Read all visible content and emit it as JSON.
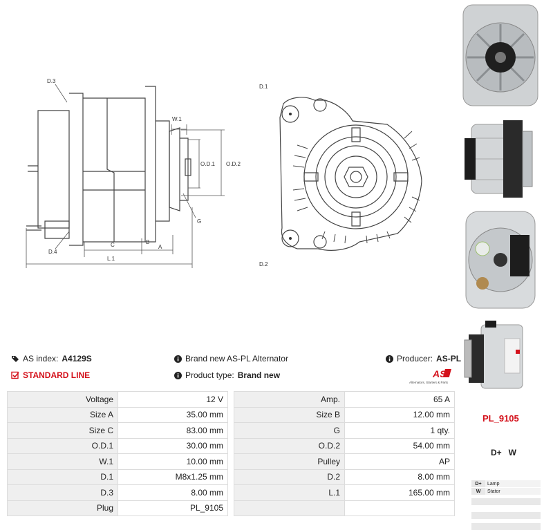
{
  "drawing": {
    "labels": {
      "d3": "D.3",
      "d4": "D.4",
      "w1": "W.1",
      "od1": "O.D.1",
      "od2": "O.D.2",
      "g": "G",
      "c": "C",
      "b": "B",
      "a": "A",
      "l1": "L.1",
      "d1": "D.1",
      "d2": "D.2"
    }
  },
  "photos": [
    "alternator-front-view",
    "alternator-side-view",
    "alternator-rear-view",
    "alternator-side-label-view"
  ],
  "info": {
    "as_index_label": "AS index:",
    "as_index_value": "A4129S",
    "standard_line": "STANDARD LINE",
    "description": "Brand new AS-PL Alternator",
    "product_type_label": "Product type:",
    "product_type_value": "Brand new",
    "producer_label": "Producer:",
    "producer_value": "AS-PL",
    "logo_text": "AS",
    "logo_tagline": "Alternators, Starters & Parts"
  },
  "specs": [
    [
      "Voltage",
      "12 V",
      "Amp.",
      "65 A"
    ],
    [
      "Size A",
      "35.00 mm",
      "Size B",
      "12.00 mm"
    ],
    [
      "Size C",
      "83.00 mm",
      "G",
      "1 qty."
    ],
    [
      "O.D.1",
      "30.00 mm",
      "O.D.2",
      "54.00 mm"
    ],
    [
      "W.1",
      "10.00 mm",
      "Pulley",
      "AP"
    ],
    [
      "D.1",
      "M8x1.25 mm",
      "D.2",
      "8.00 mm"
    ],
    [
      "D.3",
      "8.00 mm",
      "L.1",
      "165.00 mm"
    ],
    [
      "Plug",
      "PL_9105",
      "",
      ""
    ]
  ],
  "plug": {
    "code": "PL_9105",
    "terminals": "D+   W",
    "legend": [
      {
        "term": "D+",
        "desc": "Lamp"
      },
      {
        "term": "W",
        "desc": "Stator"
      }
    ]
  },
  "colors": {
    "accent": "#d4111b",
    "table_key_bg": "#efefef"
  }
}
